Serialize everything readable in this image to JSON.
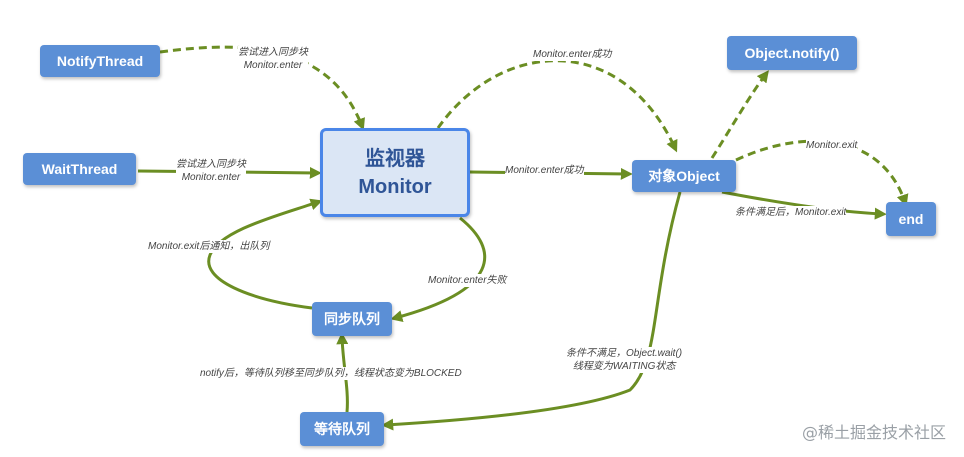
{
  "nodes": {
    "notify_thread": "NotifyThread",
    "wait_thread": "WaitThread",
    "monitor_line1": "监视器",
    "monitor_line2": "Monitor",
    "object": "对象Object",
    "object_notify": "Object.notify()",
    "end": "end",
    "sync_queue": "同步队列",
    "wait_queue": "等待队列"
  },
  "edges": {
    "notify_try_line1": "尝试进入同步块",
    "notify_try_line2": "Monitor.enter",
    "wait_try_line1": "尝试进入同步块",
    "wait_try_line2": "Monitor.enter",
    "enter_success_top": "Monitor.enter成功",
    "enter_success_mid": "Monitor.enter成功",
    "monitor_exit": "Monitor.exit",
    "cond_satisfied": "条件满足后，Monitor.exit",
    "exit_notify": "Monitor.exit后通知，出队列",
    "enter_fail": "Monitor.enter失败",
    "notify_move": "notify后，等待队列移至同步队列，线程状态变为BLOCKED",
    "cond_unsatisfied_line1": "条件不满足，Object.wait()",
    "cond_unsatisfied_line2": "线程变为WAITING状态"
  },
  "watermark": "@稀土掘金技术社区",
  "colors": {
    "node_fill": "#5b8fd6",
    "monitor_fill": "#dbe6f5",
    "monitor_border": "#4a86e8",
    "edge": "#6b8e23"
  }
}
